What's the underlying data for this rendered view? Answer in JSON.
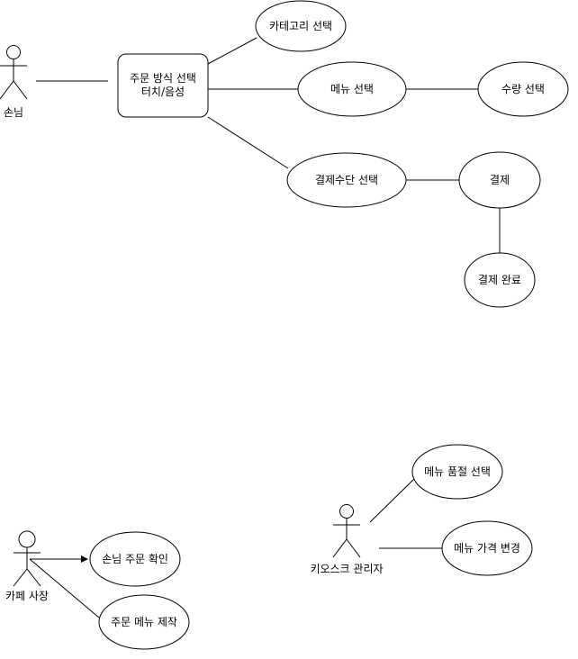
{
  "actors": {
    "customer": "손님",
    "cafe_owner": "카페 사장",
    "kiosk_admin": "키오스크 관리자"
  },
  "process": {
    "line1": "주문 방식 선택",
    "line2": "터치/음성"
  },
  "use_cases": {
    "category": "카테고리 선택",
    "menu": "메뉴 선택",
    "quantity": "수량 선택",
    "payment_method": "결제수단 선택",
    "payment": "결제",
    "payment_done": "결제 완료",
    "check_order": "손님 주문 확인",
    "make_menu": "주문 메뉴 제작",
    "sold_out": "메뉴 품절 선택",
    "price_change": "메뉴 가격 변경"
  }
}
